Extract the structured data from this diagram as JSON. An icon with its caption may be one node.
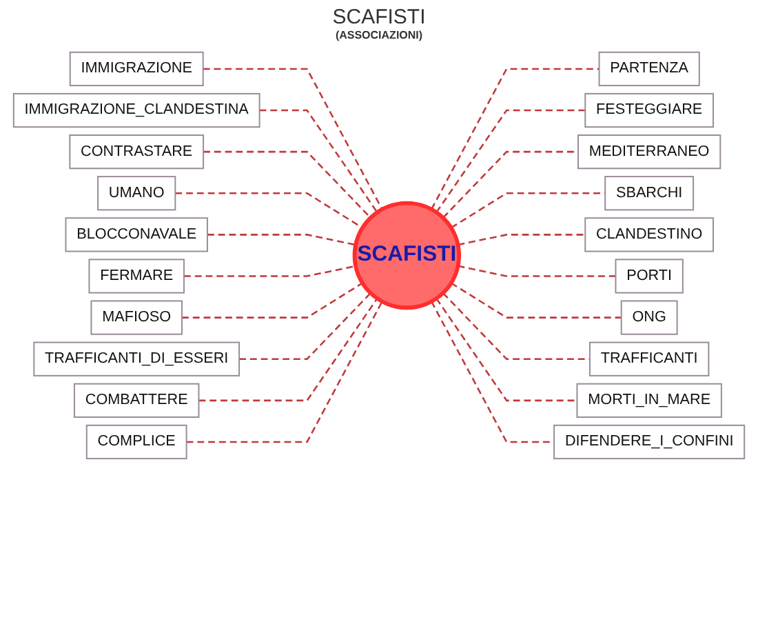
{
  "diagram": {
    "title": "SCAFISTI",
    "nodes": [
      {
        "text": [
          "IMMIGRAZIONE"
        ]
      },
      {
        "text": [
          "PARTENZA"
        ]
      },
      {
        "text": [
          "IMMIGRAZIONE_CLANDESTINA"
        ]
      },
      {
        "text": [
          "FESTEGGIARE"
        ]
      },
      {
        "text": [
          "MEDITERRANEO"
        ]
      },
      {
        "text": [
          "CONTRASTARE"
        ]
      },
      {
        "text": [
          "UMANO"
        ]
      },
      {
        "text": [
          "SBARCHI"
        ]
      },
      {
        "text": [
          "BLOCCONAVALE"
        ]
      },
      {
        "text": [
          "SCAFISTI"
        ]
      },
      {
        "text": [
          "FERMARE"
        ]
      },
      {
        "text": [
          "CLANDESTINO"
        ]
      },
      {
        "text": [
          "TRAFFICANTI_DI_ESSERI"
        ]
      },
      {
        "text": [
          "MAFIOSO"
        ]
      },
      {
        "text": [
          "ONG"
        ]
      },
      {
        "text": [
          "PORTI"
        ]
      },
      {
        "text": [
          "TRAFFICANTI"
        ]
      },
      {
        "text": [
          "COMBATTERE"
        ]
      },
      {
        "text": [
          "MORTI_IN_MARE"
        ]
      },
      {
        "text": [
          "DIFENDERE_I_CONFINI"
        ]
      },
      {
        "text": [
          "COMPLICE"
        ]
      }
    ],
    "edges": [
      {
        "from": 0,
        "to": 9,
        "arrow": "none",
        "style": "dashed"
      },
      {
        "from": 2,
        "to": 9,
        "arrow": "none",
        "style": "dashed"
      },
      {
        "from": 5,
        "to": 9,
        "arrow": "none",
        "style": "dashed"
      },
      {
        "from": 6,
        "to": 9,
        "arrow": "none",
        "style": "dashed"
      },
      {
        "from": 8,
        "to": 9,
        "arrow": "none",
        "style": "dashed"
      },
      {
        "from": 10,
        "to": 9,
        "arrow": "none",
        "style": "dashed"
      },
      {
        "from": 13,
        "to": 9,
        "arrow": "none",
        "style": "dashed"
      },
      {
        "from": 12,
        "to": 9,
        "arrow": "none",
        "style": "dashed"
      },
      {
        "from": 17,
        "to": 9,
        "arrow": "none",
        "style": "dashed"
      },
      {
        "from": 20,
        "to": 9,
        "arrow": "none",
        "style": "dashed"
      },
      {
        "from": 9,
        "to": 1,
        "arrow": "none",
        "style": "dashed"
      },
      {
        "from": 9,
        "to": 3,
        "arrow": "none",
        "style": "dashed"
      },
      {
        "from": 9,
        "to": 4,
        "arrow": "none",
        "style": "dashed"
      },
      {
        "from": 9,
        "to": 7,
        "arrow": "none",
        "style": "dashed"
      },
      {
        "from": 9,
        "to": 11,
        "arrow": "none",
        "style": "dashed"
      },
      {
        "from": 9,
        "to": 15,
        "arrow": "none",
        "style": "dashed"
      },
      {
        "from": 9,
        "to": 14,
        "arrow": "none",
        "style": "dashed"
      },
      {
        "from": 9,
        "to": 16,
        "arrow": "none",
        "style": "dashed"
      },
      {
        "from": 9,
        "to": 18,
        "arrow": "none",
        "style": "dashed"
      },
      {
        "from": 9,
        "to": 19,
        "arrow": "none",
        "style": "dashed"
      }
    ],
    "labels": [
      "(ASSOCIAZIONI)"
    ]
  }
}
